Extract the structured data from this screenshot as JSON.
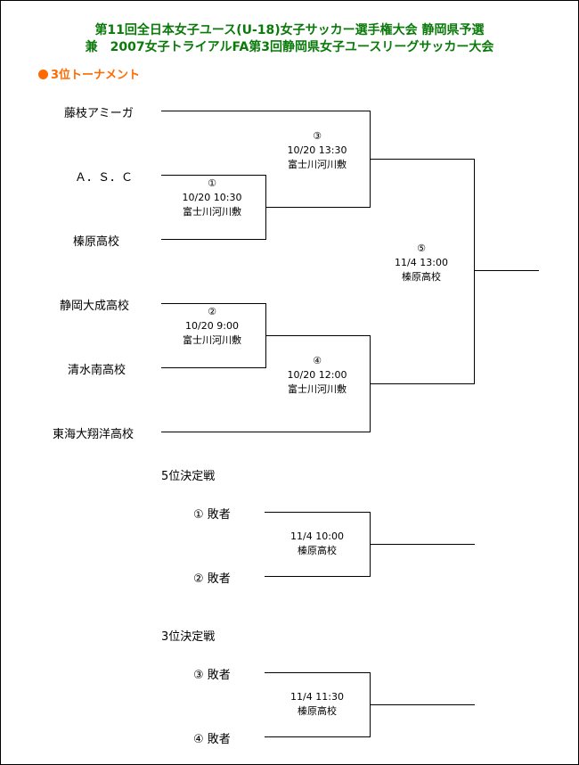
{
  "title": {
    "line1": "第11回全日本女子ユース(U-18)女子サッカー選手権大会 静岡県予選",
    "line2": "兼　2007女子トライアルFA第3回静岡県女子ユースリーグサッカー大会"
  },
  "section_label": "3位トーナメント",
  "teams": [
    "藤枝アミーガ",
    "Ａ．Ｓ．Ｃ",
    "榛原高校",
    "静岡大成高校",
    "清水南高校",
    "東海大翔洋高校"
  ],
  "matches": [
    {
      "no": "①",
      "datetime": "10/20  10:30",
      "venue": "富士川河川敷"
    },
    {
      "no": "②",
      "datetime": "10/20  9:00",
      "venue": "富士川河川敷"
    },
    {
      "no": "③",
      "datetime": "10/20  13:30",
      "venue": "富士川河川敷"
    },
    {
      "no": "④",
      "datetime": "10/20  12:00",
      "venue": "富士川河川敷"
    },
    {
      "no": "⑤",
      "datetime": "11/4  13:00",
      "venue": "榛原高校"
    }
  ],
  "fifth_place": {
    "heading": "5位決定戦",
    "teams": [
      "① 敗者",
      "② 敗者"
    ],
    "datetime": "11/4  10:00",
    "venue": "榛原高校"
  },
  "third_place": {
    "heading": "3位決定戦",
    "teams": [
      "③ 敗者",
      "④ 敗者"
    ],
    "datetime": "11/4  11:30",
    "venue": "榛原高校"
  }
}
